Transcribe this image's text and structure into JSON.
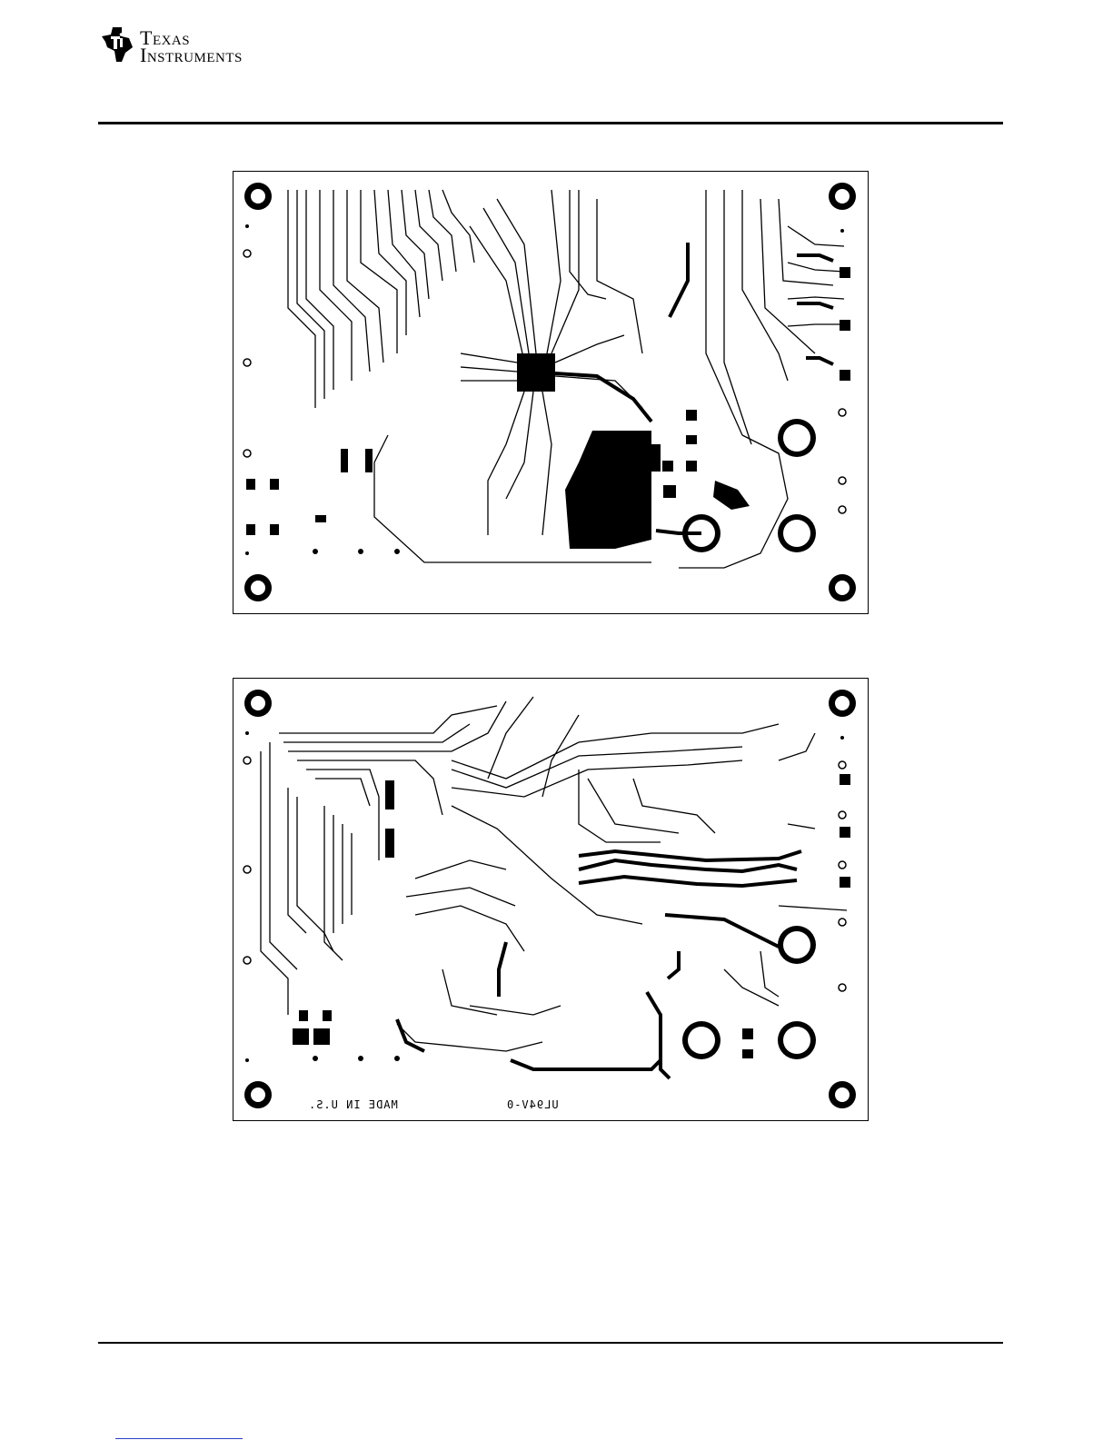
{
  "header": {
    "brand_line1": "Texas",
    "brand_line2": "Instruments",
    "logo_icon": "ti-logo-icon"
  },
  "figures": [
    {
      "name": "pcb-top-layer"
    },
    {
      "name": "pcb-bottom-layer",
      "silkscreen": {
        "made_in": "MADE IN U.S.",
        "rating": "UL94V-0"
      }
    }
  ]
}
